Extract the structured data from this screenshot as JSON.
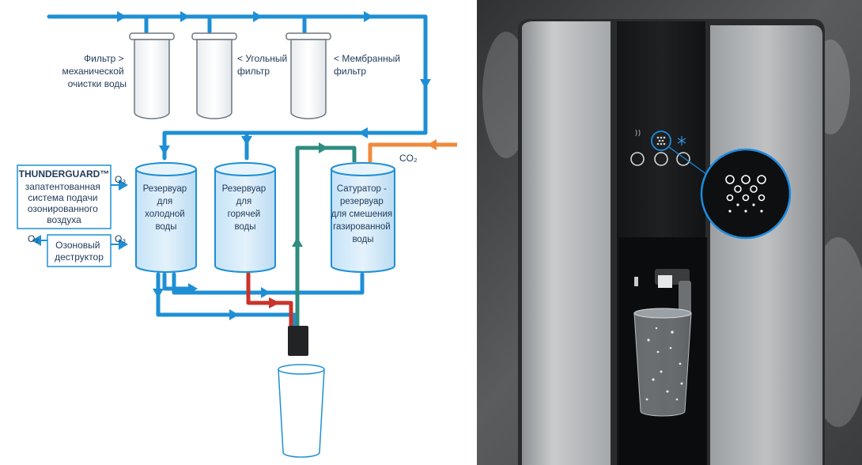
{
  "diagram": {
    "filters": [
      {
        "label_lines": [
          "Фильтр  >",
          "механической",
          "очистки воды"
        ]
      },
      {
        "label_lines": [
          "< Угольный",
          "фильтр"
        ]
      },
      {
        "label_lines": [
          "< Мембранный",
          "фильтр"
        ]
      }
    ],
    "thunderguard": {
      "title": "THUNDERGUARD™",
      "lines": [
        "запатентованная",
        "система подачи",
        "озонированного",
        "воздуха"
      ],
      "gas_in": "O₃"
    },
    "destructor": {
      "lines": [
        "Озоновый",
        "деструктор"
      ],
      "gas_in": "O₃",
      "gas_out": "O₂"
    },
    "tanks": [
      {
        "label_lines": [
          "Резервуар",
          "для",
          "холодной",
          "воды"
        ]
      },
      {
        "label_lines": [
          "Резервуар",
          "для",
          "горячей",
          "воды"
        ]
      },
      {
        "label_lines": [
          "Сатуратор -",
          "резервуар",
          "для смешения",
          "газированной",
          "воды"
        ]
      }
    ],
    "co2_label": "CO₂"
  },
  "colors": {
    "water_pipe": "#1e8fd5",
    "hot_pipe": "#c8342b",
    "sparkling_pipe": "#2e8c80",
    "co2_pipe": "#ef8a3c",
    "label_text": "#1f3a5a",
    "tank_fill": "#d7ecf9"
  },
  "photo": {
    "icons": [
      "hot-water-icon",
      "sparkling-water-icon",
      "cold-water-icon"
    ]
  }
}
